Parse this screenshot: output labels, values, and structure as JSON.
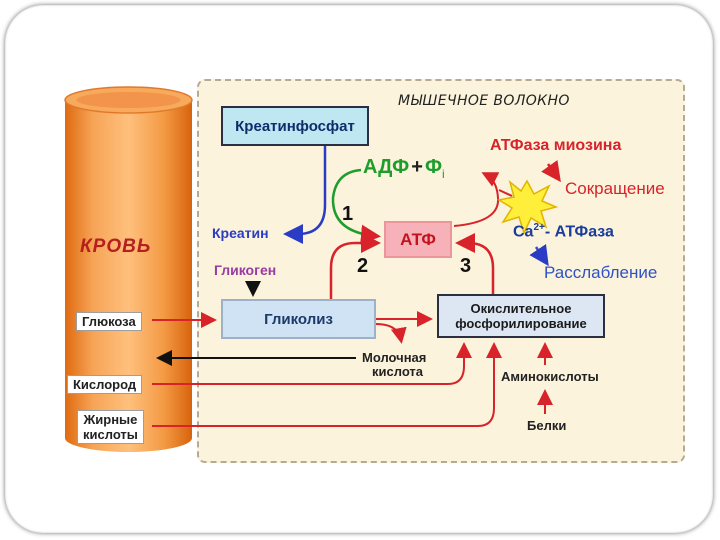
{
  "fiber": {
    "title": "МЫШЕЧНОЕ ВОЛОКНО"
  },
  "blood": {
    "title": "КРОВЬ"
  },
  "boxes": {
    "creatine_phosphate": "Креатинфосфат",
    "atp": "АТФ",
    "glycolysis": "Гликолиз",
    "oxphos_line1": "Окислительное",
    "oxphos_line2": "фосфорилирование"
  },
  "labels": {
    "adp": "АДФ",
    "plus": "+",
    "phi": "Ф",
    "phi_sub": "i",
    "creatine": "Креатин",
    "glycogen": "Гликоген",
    "pathway_1": "1",
    "pathway_2": "2",
    "pathway_3": "3",
    "myosin_atpase": "АТФаза миозина",
    "contraction": "Сокращение",
    "ca": "Ca",
    "ca_sup": "2+",
    "ca_atpase": "- АТФаза",
    "relaxation": "Расслабление",
    "lactic_1": "Молочная",
    "lactic_2": "кислота",
    "amino_acids": "Аминокислоты",
    "proteins": "Белки"
  },
  "blood_tags": {
    "glucose": "Глюкоза",
    "oxygen": "Кислород",
    "fatty_1": "Жирные",
    "fatty_2": "кислоты"
  },
  "colors": {
    "fiber_bg": "#fbf3dc",
    "vessel": "#f08a2c",
    "blood_text": "#b5201f",
    "adp_green": "#1e9d2d",
    "arrow_red": "#d8232a",
    "creatine_blue": "#2b3cc4",
    "glycogen_purple": "#9a3aa4",
    "relax_blue": "#2f52c4",
    "contraction_red": "#d8232a",
    "star": "#ffef3a"
  },
  "icons": [
    "energy-starburst-icon"
  ]
}
